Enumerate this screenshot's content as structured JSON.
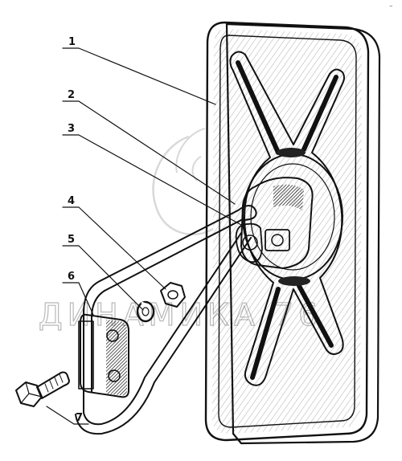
{
  "diagram": {
    "callouts": [
      {
        "id": "1",
        "label": "1"
      },
      {
        "id": "2",
        "label": "2"
      },
      {
        "id": "3",
        "label": "3"
      },
      {
        "id": "4",
        "label": "4"
      },
      {
        "id": "5",
        "label": "5"
      },
      {
        "id": "6",
        "label": "6"
      },
      {
        "id": "7",
        "label": "7"
      }
    ],
    "watermark": {
      "text": "ДИНАМИКА 76"
    },
    "corner_mark": "–"
  }
}
